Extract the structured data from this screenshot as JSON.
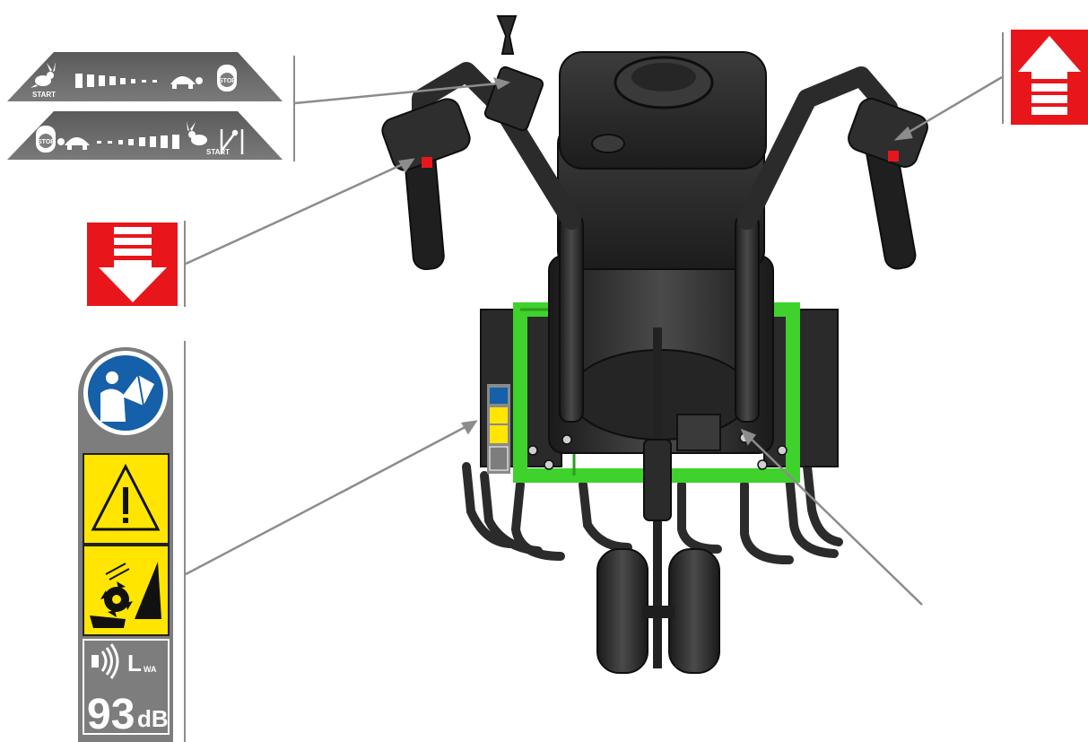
{
  "throttle_labels": {
    "start": "START",
    "stop": "STOP"
  },
  "noise_label": {
    "symbol": "L",
    "subscript": "WA",
    "value": "93",
    "unit": "dB"
  },
  "icons": [
    "read-manual-icon",
    "warning-triangle-icon",
    "rotating-tines-hazard-icon",
    "sound-icon",
    "arrow-up-icon",
    "arrow-down-icon",
    "rabbit-icon",
    "turtle-icon"
  ],
  "colors": {
    "arrow_red": "#e8161b",
    "frame_green": "#3fd12c",
    "warning_yellow": "#ffe500",
    "manual_blue": "#1560a8",
    "label_grey": "#7d7d7d",
    "machine_dark": "#2b2b2b"
  }
}
